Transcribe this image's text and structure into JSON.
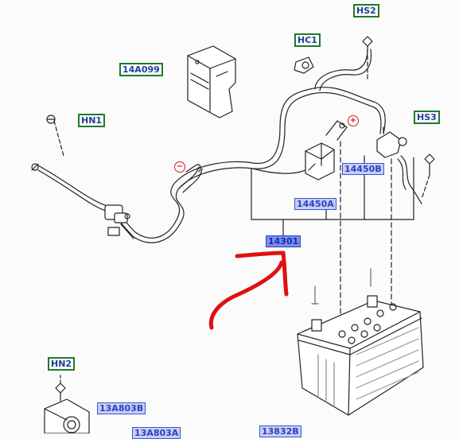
{
  "labels": {
    "hs2": "HS2",
    "hc1": "HC1",
    "a14a099": "14A099",
    "hn1": "HN1",
    "hs3": "HS3",
    "a14450b": "14450B",
    "a14450a": "14450A",
    "a14301": "14301",
    "hn2": "HN2",
    "a13a803b": "13A803B",
    "a13a803a": "13A803A",
    "a13832b": "13832B"
  },
  "symbols": {
    "negative": "−",
    "positive": "+"
  },
  "colors": {
    "green_border": "#1f7a2a",
    "blue_label_bg": "#c9cdfa",
    "highlight_label_bg": "#7b8cf0",
    "annotation_arrow": "#e01010",
    "polarity": "#d01818"
  },
  "icons": [
    "negative-terminal-icon",
    "positive-terminal-icon",
    "annotation-arrow"
  ]
}
